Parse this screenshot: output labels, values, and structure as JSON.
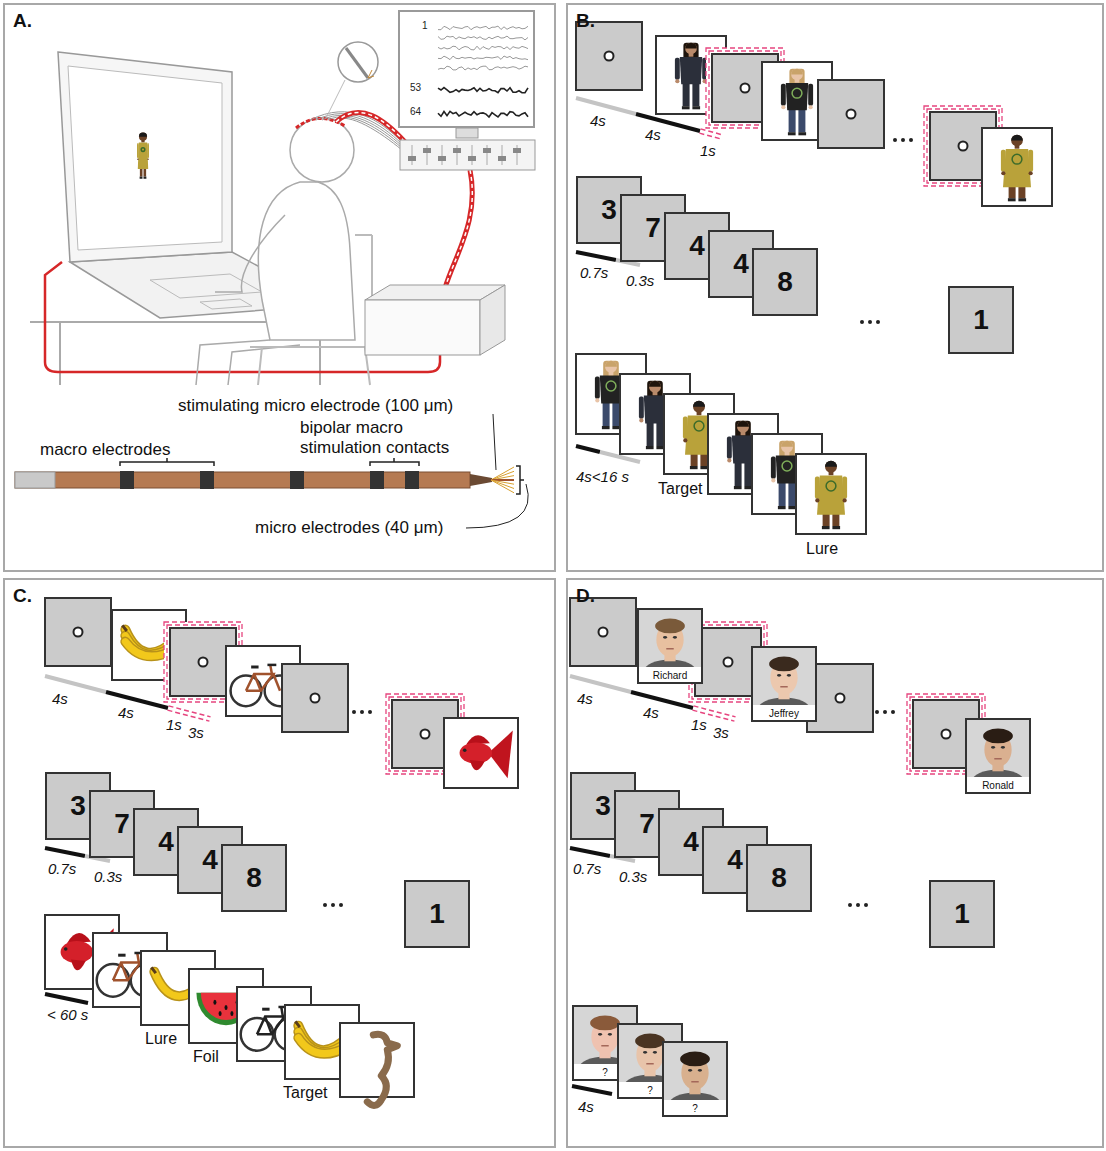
{
  "diagram": {
    "nodes": [
      {
        "text": [
          "A."
        ]
      },
      {
        "text": [
          "1",
          "53",
          "64"
        ],
        "in": 0
      },
      {
        "text": [
          "B."
        ]
      },
      {
        "text": [
          "3"
        ],
        "in": 2
      },
      {
        "text": [
          "7"
        ],
        "in": 2
      },
      {
        "text": [
          "4"
        ],
        "in": 2
      },
      {
        "text": [
          "4"
        ],
        "in": 2
      },
      {
        "text": [
          "8"
        ],
        "in": 2
      },
      {
        "text": [
          "1"
        ],
        "in": 2
      },
      {
        "text": [
          "C."
        ]
      },
      {
        "text": [
          "3"
        ],
        "in": 9
      },
      {
        "text": [
          "7"
        ],
        "in": 9
      },
      {
        "text": [
          "4"
        ],
        "in": 9
      },
      {
        "text": [
          "4"
        ],
        "in": 9
      },
      {
        "text": [
          "8"
        ],
        "in": 9
      },
      {
        "text": [
          "1"
        ],
        "in": 9
      },
      {
        "text": [
          "D."
        ]
      },
      {
        "text": [
          "Richard"
        ],
        "in": 16
      },
      {
        "text": [
          "Jeffrey"
        ],
        "in": 16
      },
      {
        "text": [
          "Ronald"
        ],
        "in": 16
      },
      {
        "text": [
          "3"
        ],
        "in": 16
      },
      {
        "text": [
          "7"
        ],
        "in": 16
      },
      {
        "text": [
          "4"
        ],
        "in": 16
      },
      {
        "text": [
          "4"
        ],
        "in": 16
      },
      {
        "text": [
          "8"
        ],
        "in": 16
      },
      {
        "text": [
          "1"
        ],
        "in": 16
      },
      {
        "text": [
          "?"
        ],
        "in": 16
      },
      {
        "text": [
          "?"
        ],
        "in": 16
      },
      {
        "text": [
          "?"
        ],
        "in": 16
      }
    ],
    "labels": [
      "stimulating micro electrode (100 μm)",
      "macro electrodes",
      "bipolar macro stimulation contacts",
      "micro electrodes (40 μm)",
      "4s",
      "4s",
      "1s",
      "0.7s",
      "0.3s",
      "4s<16 s",
      "Target",
      "Lure",
      "4s",
      "4s",
      "1s",
      "3s",
      "0.7s",
      "0.3s",
      "< 60 s",
      "Lure",
      "Foil",
      "Target",
      "4s",
      "4s",
      "1s",
      "3s",
      "0.7s",
      "0.3s",
      "4s"
    ]
  }
}
